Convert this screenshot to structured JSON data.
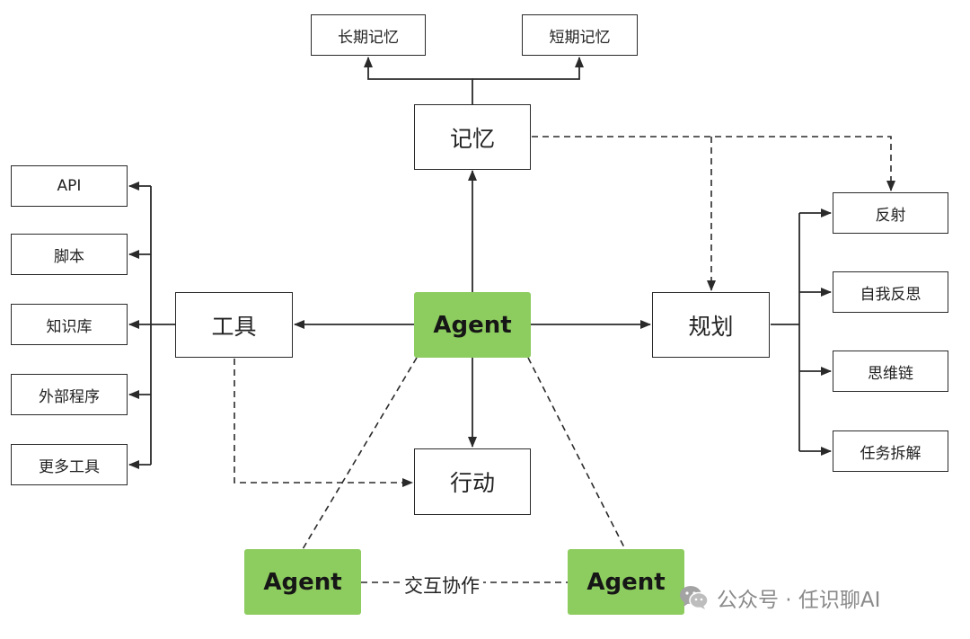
{
  "nodes": {
    "long_term_memory": "长期记忆",
    "short_term_memory": "短期记忆",
    "memory": "记忆",
    "api": "API",
    "script": "脚本",
    "knowledge_base": "知识库",
    "external_program": "外部程序",
    "more_tools": "更多工具",
    "tools": "工具",
    "agent_center": "Agent",
    "planning": "规划",
    "reflection": "反射",
    "self_reflection": "自我反思",
    "chain_of_thought": "思维链",
    "task_decomposition": "任务拆解",
    "action": "行动",
    "agent_left": "Agent",
    "agent_right": "Agent"
  },
  "edges": {
    "interaction_label": "交互协作"
  },
  "watermark": {
    "text": "公众号 · 任识聊AI",
    "icon": "wechat-icon"
  },
  "colors": {
    "agent_fill": "#8dcc5f",
    "line": "#2a2a2a",
    "watermark": "#8a8a8a"
  }
}
